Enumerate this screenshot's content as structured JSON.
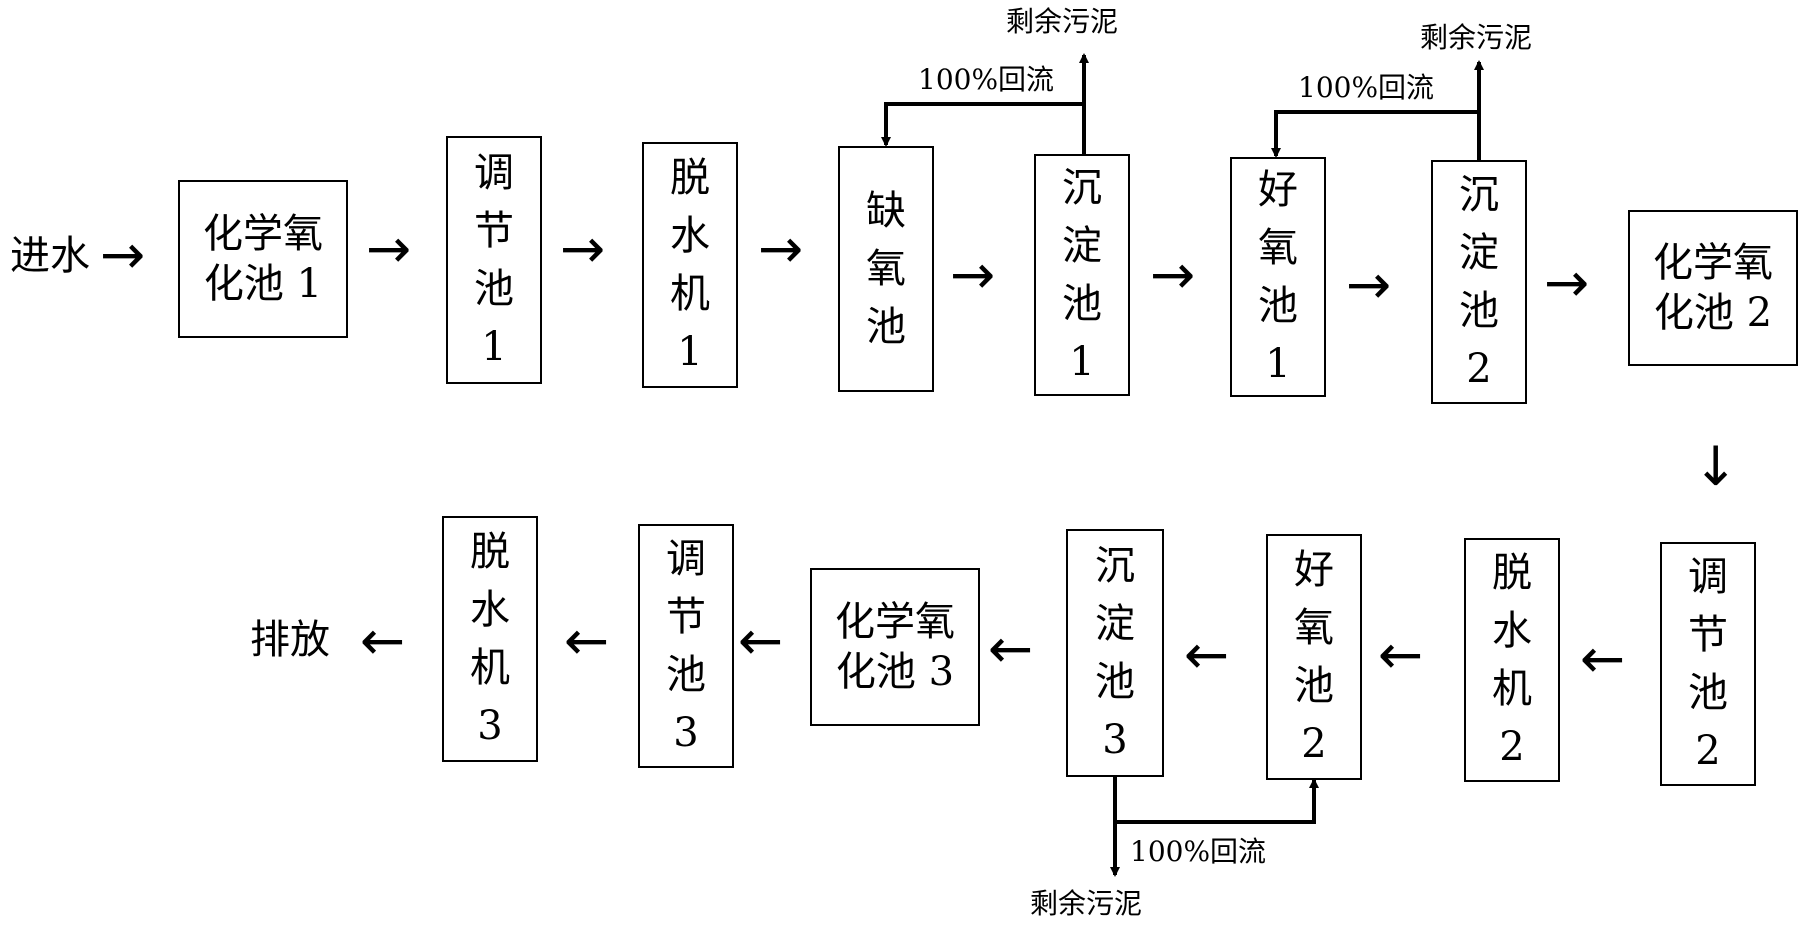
{
  "diagram": {
    "input_label": "进水",
    "output_label": "排放",
    "reflux_label": "100%回流",
    "sludge_label": "剩余污泥",
    "arrow_glyphs": {
      "right": "→",
      "left": "←",
      "down": "↓"
    },
    "nodes": {
      "chem_ox_1": {
        "line1": "化学氧",
        "line2": "化池 1"
      },
      "reg_1": {
        "c1": "调",
        "c2": "节",
        "c3": "池",
        "c4": "1"
      },
      "dewater_1": {
        "c1": "脱",
        "c2": "水",
        "c3": "机",
        "c4": "1"
      },
      "anoxic": {
        "c1": "缺",
        "c2": "氧",
        "c3": "池"
      },
      "settle_1": {
        "c1": "沉",
        "c2": "淀",
        "c3": "池",
        "c4": "1"
      },
      "aerobic_1": {
        "c1": "好",
        "c2": "氧",
        "c3": "池",
        "c4": "1"
      },
      "settle_2": {
        "c1": "沉",
        "c2": "淀",
        "c3": "池",
        "c4": "2"
      },
      "chem_ox_2": {
        "line1": "化学氧",
        "line2": "化池 2"
      },
      "reg_2": {
        "c1": "调",
        "c2": "节",
        "c3": "池",
        "c4": "2"
      },
      "dewater_2": {
        "c1": "脱",
        "c2": "水",
        "c3": "机",
        "c4": "2"
      },
      "aerobic_2": {
        "c1": "好",
        "c2": "氧",
        "c3": "池",
        "c4": "2"
      },
      "settle_3": {
        "c1": "沉",
        "c2": "淀",
        "c3": "池",
        "c4": "3"
      },
      "chem_ox_3": {
        "line1": "化学氧",
        "line2": "化池 3"
      },
      "reg_3": {
        "c1": "调",
        "c2": "节",
        "c3": "池",
        "c4": "3"
      },
      "dewater_3": {
        "c1": "脱",
        "c2": "水",
        "c3": "机",
        "c4": "3"
      }
    }
  }
}
